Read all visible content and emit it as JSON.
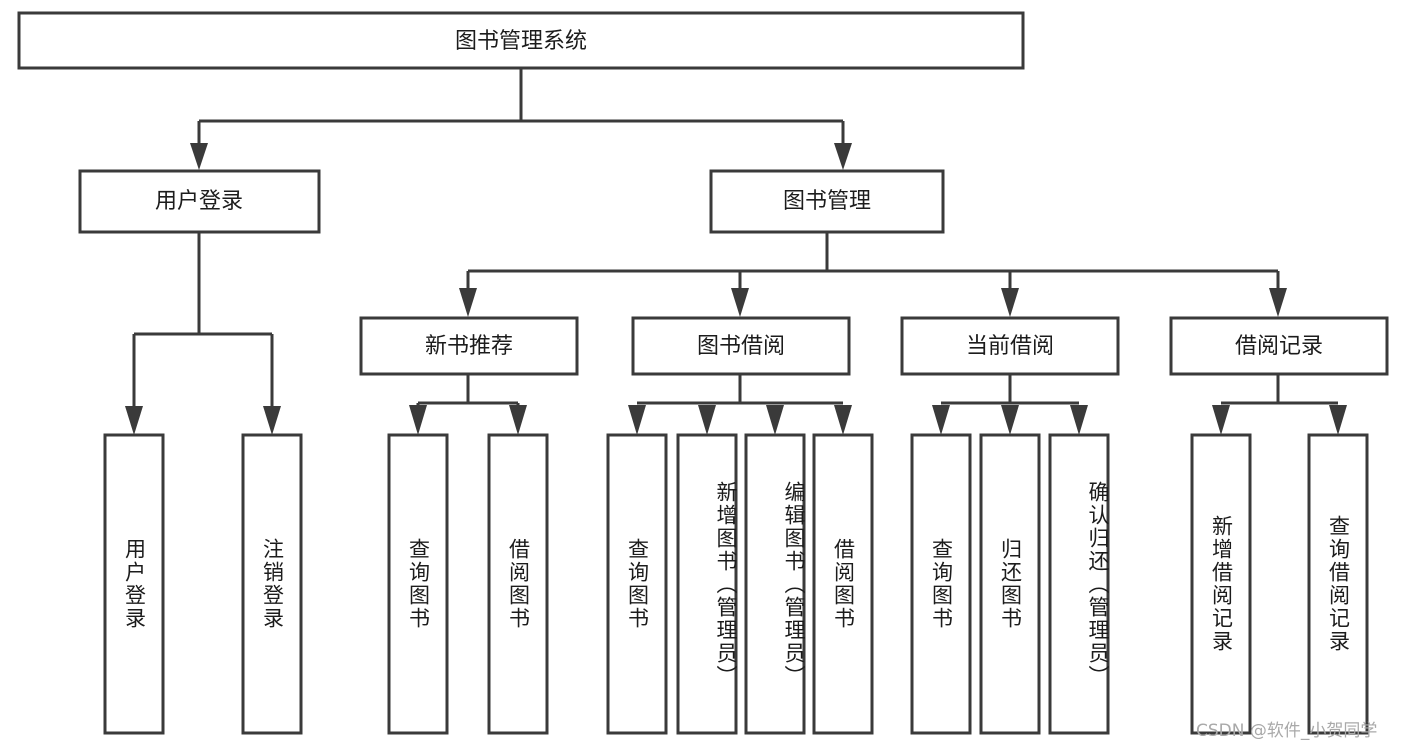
{
  "diagram": {
    "type": "tree-hierarchy",
    "title": "图书管理系统",
    "orientation": "top-down",
    "colors": {
      "box_stroke": "#3a3a3a",
      "box_fill": "#ffffff",
      "connector": "#3a3a3a",
      "text": "#1c1c1c",
      "background": "#ffffff",
      "watermark": "#a9a9a9"
    },
    "levels": {
      "root": "图书管理系统",
      "level2": [
        "用户登录",
        "图书管理"
      ],
      "level3": [
        "新书推荐",
        "图书借阅",
        "当前借阅",
        "借阅记录"
      ]
    },
    "nodes": {
      "root": {
        "label": "图书管理系统"
      },
      "user_login": {
        "label": "用户登录"
      },
      "book_manage": {
        "label": "图书管理"
      },
      "new_book_rec": {
        "label": "新书推荐"
      },
      "book_borrow": {
        "label": "图书借阅"
      },
      "current_borrow": {
        "label": "当前借阅"
      },
      "borrow_record": {
        "label": "借阅记录"
      }
    },
    "leaves": {
      "user_login": [
        {
          "label": "用户登录"
        },
        {
          "label": "注销登录"
        }
      ],
      "new_book_rec": [
        {
          "label": "查询图书"
        },
        {
          "label": "借阅图书"
        }
      ],
      "book_borrow": [
        {
          "label": "查询图书"
        },
        {
          "label": "新增图书（管理员）"
        },
        {
          "label": "编辑图书（管理员）"
        },
        {
          "label": "借阅图书"
        }
      ],
      "current_borrow": [
        {
          "label": "查询图书"
        },
        {
          "label": "归还图书"
        },
        {
          "label": "确认归还（管理员）"
        }
      ],
      "borrow_record": [
        {
          "label": "新增借阅记录"
        },
        {
          "label": "查询借阅记录"
        }
      ]
    },
    "watermark": "CSDN @软件_小贺同学"
  }
}
